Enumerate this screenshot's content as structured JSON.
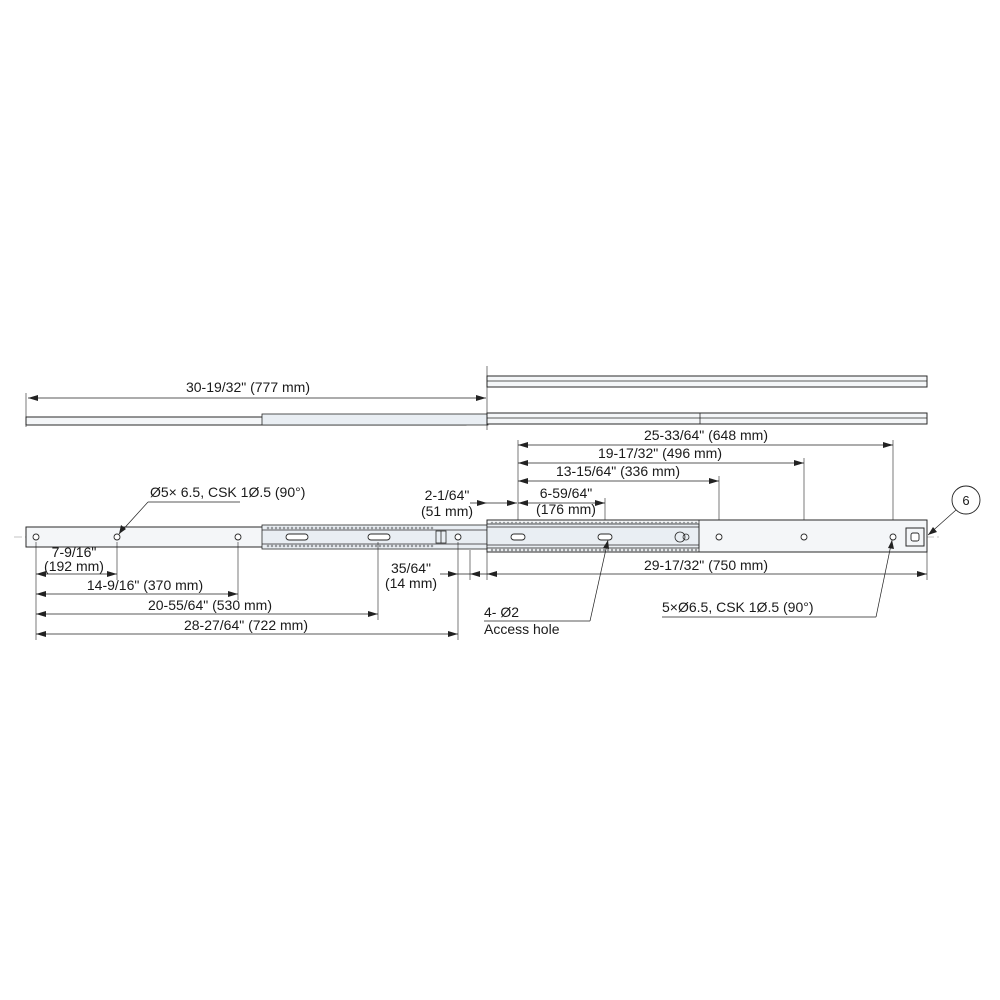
{
  "dimensions": {
    "closed_length": "30-19/32\" (777 mm)",
    "front_pitch_648": "25-33/64\" (648 mm)",
    "front_pitch_496": "19-17/32\" (496 mm)",
    "front_pitch_336": "13-15/64\" (336 mm)",
    "access_spacing_line1": "6-59/64\"",
    "access_spacing_line2": "(176 mm)",
    "front_offset_line1": "2-1/64\"",
    "front_offset_line2": "(51 mm)",
    "front_member_length": "29-17/32\" (750 mm)",
    "rear_pitch_192_line1": "7-9/16\"",
    "rear_pitch_192_line2": "(192 mm)",
    "rear_pitch_370": "14-9/16\" (370 mm)",
    "rear_pitch_530": "20-55/64\" (530 mm)",
    "rear_pitch_722": "28-27/64\" (722 mm)",
    "gap_line1": "35/64\"",
    "gap_line2": "(14 mm)"
  },
  "annotations": {
    "rear_holes": "Ø5×  6.5, CSK  1Ø.5 (90°)",
    "front_holes": "5×Ø6.5, CSK  1Ø.5 (90°)",
    "access_line1": "4- Ø2",
    "access_line2": "Access hole",
    "callout_number": "6"
  }
}
